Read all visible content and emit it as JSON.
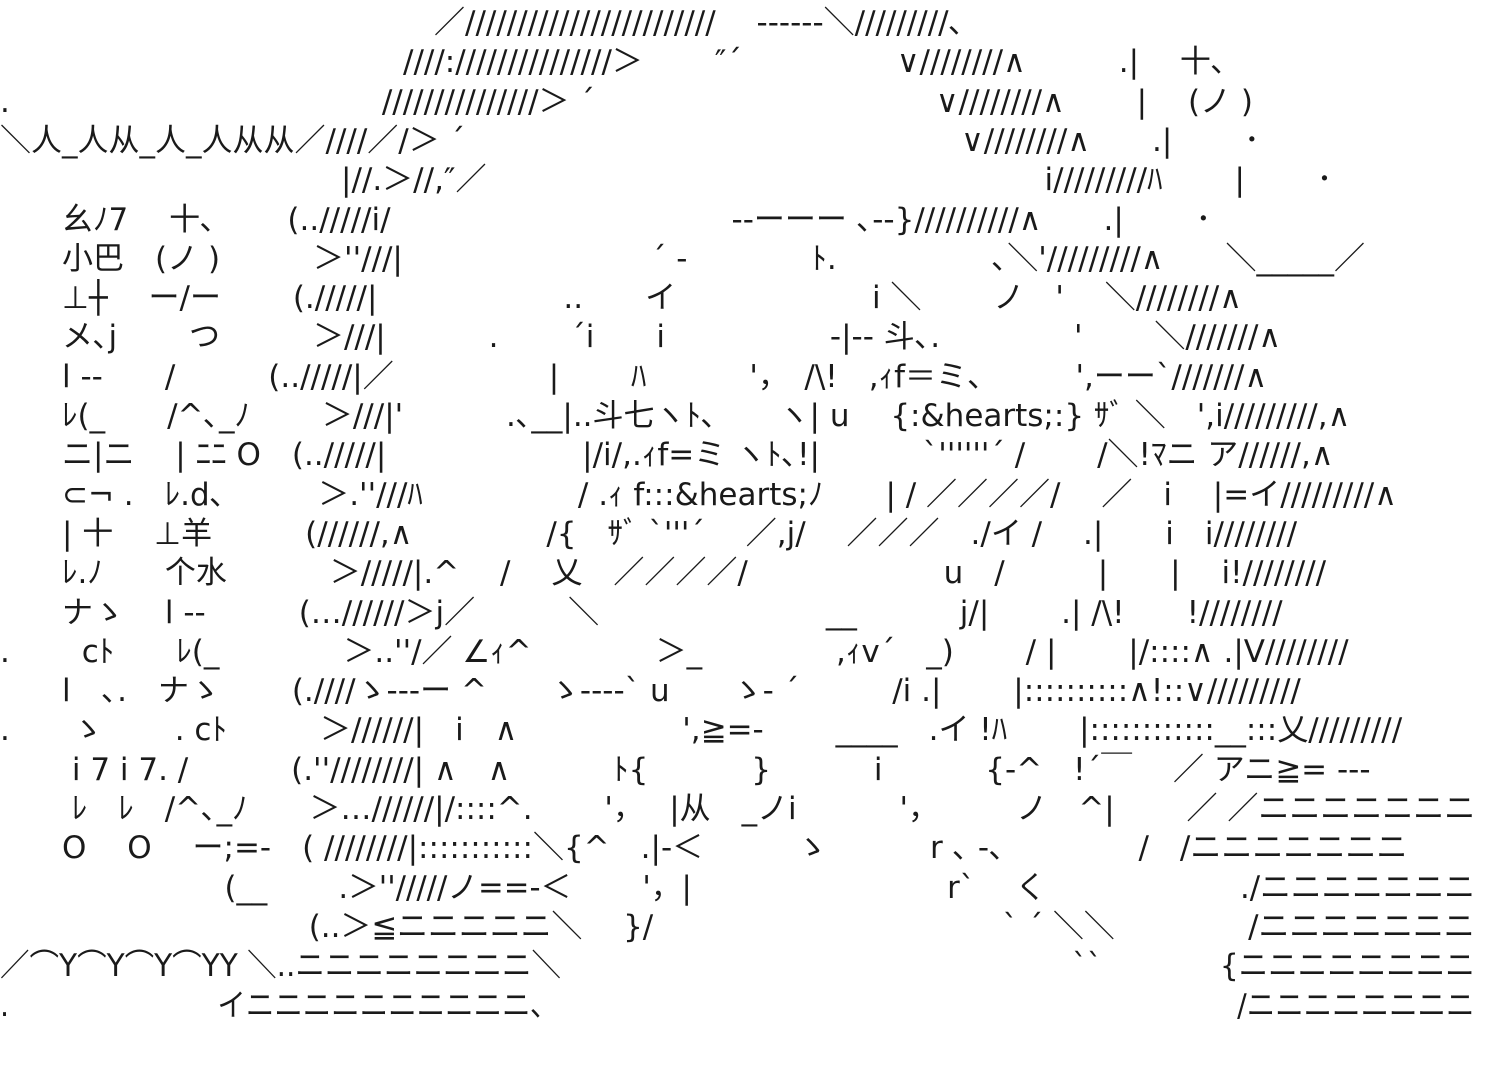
{
  "art": {
    "colors": {
      "ink": "#1a1a1a",
      "background": "#ffffff"
    },
    "lines": [
      "　　　　　　　　　　　　　　／////////////////////////　 ‐‐‐‐‐‐＼/////////､",
      "　　　　　　　　　　　　　////:///////////////＞　　 ″´　　　　　∨////////∧　　　.|　 十､",
      ".　　　　　　　　　　　　///////////////＞ ´　　　　　　　　　　　∨////////∧　　 |　 (ノ )",
      "＼人_人从_人_人从从／////／/＞ ´　　　　　　　　　　　　　　　　∨////////∧　　.|　　 ･",
      "　　　　　　　　　　　|//.＞//,″／　　　　　　　　　　　　　　　　　　i/////////ﾊ　　 |　　 ･",
      "　　幺ﾉ7　 十､　　 (../////i/　　　　　　　　　　　‐‐ーーー ､‐‐}//////////∧　　.|　　 ･",
      "　　小巴　(ノ )　　　＞''///|　　　　　　　　´ -　　　　ﾄ.　　　　　､＼'/////////∧　　＼_____／",
      "　　⊥┼　 ー/ー　　 (./////|　　　　　　..　　イ　　　　　　 i ＼　　 ノ　' 　＼////////∧",
      "　　メ､j　　 つ　　　＞///|　　　 .　　 ´i　　i　　　　　 ‐|‐‐ 斗､.　　　　 '　　 ＼///////∧",
      "　　l ‐‐　　/　　　(../////|／　　　　　|　　 ﾊ　　　 '，　/\\!　,ｨf＝ミ、　　　',ーー`///////∧",
      "　　ﾚ(_　　/^､_ﾉ　　 ＞///|'　　　 .､__|..斗七ヽﾄ､　　ヽ| u　 {:&hearts;:} ｻﾞ ＼　',i/////////,∧",
      "　　ニ|ニ　 | ﾆﾆ O　(../////|　　　　　　 |/i/,.ｨf=ミ ヽﾄ､!|　　　 `''''''´ /　　 /＼!ﾏニ ア//////,∧",
      "　　⊂¬ .　ﾚ.d､　　　＞.''///ﾊ　　　　　/ .ｨ f:::&hearts;ﾉ　　| / ／／／／/　 ／　i　 |=イ/////////∧",
      "　　| 十　 ⊥羊　　　(//////,∧　　　　 /{　ｻﾞ `'''´　 ／,j/　 ／／／　./イ /　 .|　　i　i////////",
      "　　ﾚ.ﾉ　　个水　　　 ＞/////|.^　 /　 乂　／／／／/　　　　　　 u　/　　　|　　|　 i!////////",
      "　　ナゝ　 l ‐‐　　　(…//////＞j／　　　＼　　　　　　　 __　　　 j/|　　 .| /\\!　　!////////",
      ".　　 cﾄ　　ﾚ(_　　　　＞..''/／ ∠ｨ^　　　　＞_　　　　 ,ｨv´　_)　　 / |　　 |/::::∧ .|V////////",
      "　　l　､.　ナゝ　　 (.////ゝ‐‐‐ー ^　　ゝ‐‐‐‐` u　　ゝ‐ ´　　　/i .|　　 |::::::::::∧!::∨/////////",
      ".　　ゝ　　 . cﾄ　　　＞//////|　i　∧　　　　　 ',≧=‐　　 ____　.イ !ﾊ　　 |::::::::::::__:::乂/////////",
      "　　 i 7 i 7. /　　　 (.''////////| ∧　∧　　　 ﾄ{　　　 }　　　 i　　　 {‐^　!´￣　 ／ アニ≧= ‐‐‐",
      "　　 ﾚ　ﾚ　/^､_ﾉ　　＞…//////|/::::^.　　 '，　 |从　_ノi　　　 '，　　　ノ　^|　　 ／ ／ニニニニニニニ",
      "　　O　 O　 ー;=‐　( ////////|:::::::::::＼{^　.|‐＜　　　ゝ　　　 r ､ ‐､　　　　 /　/ニニニニニニニ",
      "　　　　　　　 (__　　 .＞''/////ノ==‐＜　　 '，|　　　　　　　　 r` 　く　　　　　　 ./ニニニニニニニ",
      "　　　　　　　　　　(..＞≦ニニニニニ＼　 }/　　　　　　　　　　　 ` ´ ＼＼　　　　 /ニニニニニニニ",
      "／⌒Y⌒Y⌒Y⌒YY ＼..ニニニニニニニニ＼　　　　　　　　　　　　　　　　　 ``　　　　{ニニニニニニニニ",
      ".　　　　　　　 イニニニニニニニニニニ､　　　　　　　　　　　　　　　　　　　　　　　　 /ニニニニニニニニ"
    ]
  }
}
